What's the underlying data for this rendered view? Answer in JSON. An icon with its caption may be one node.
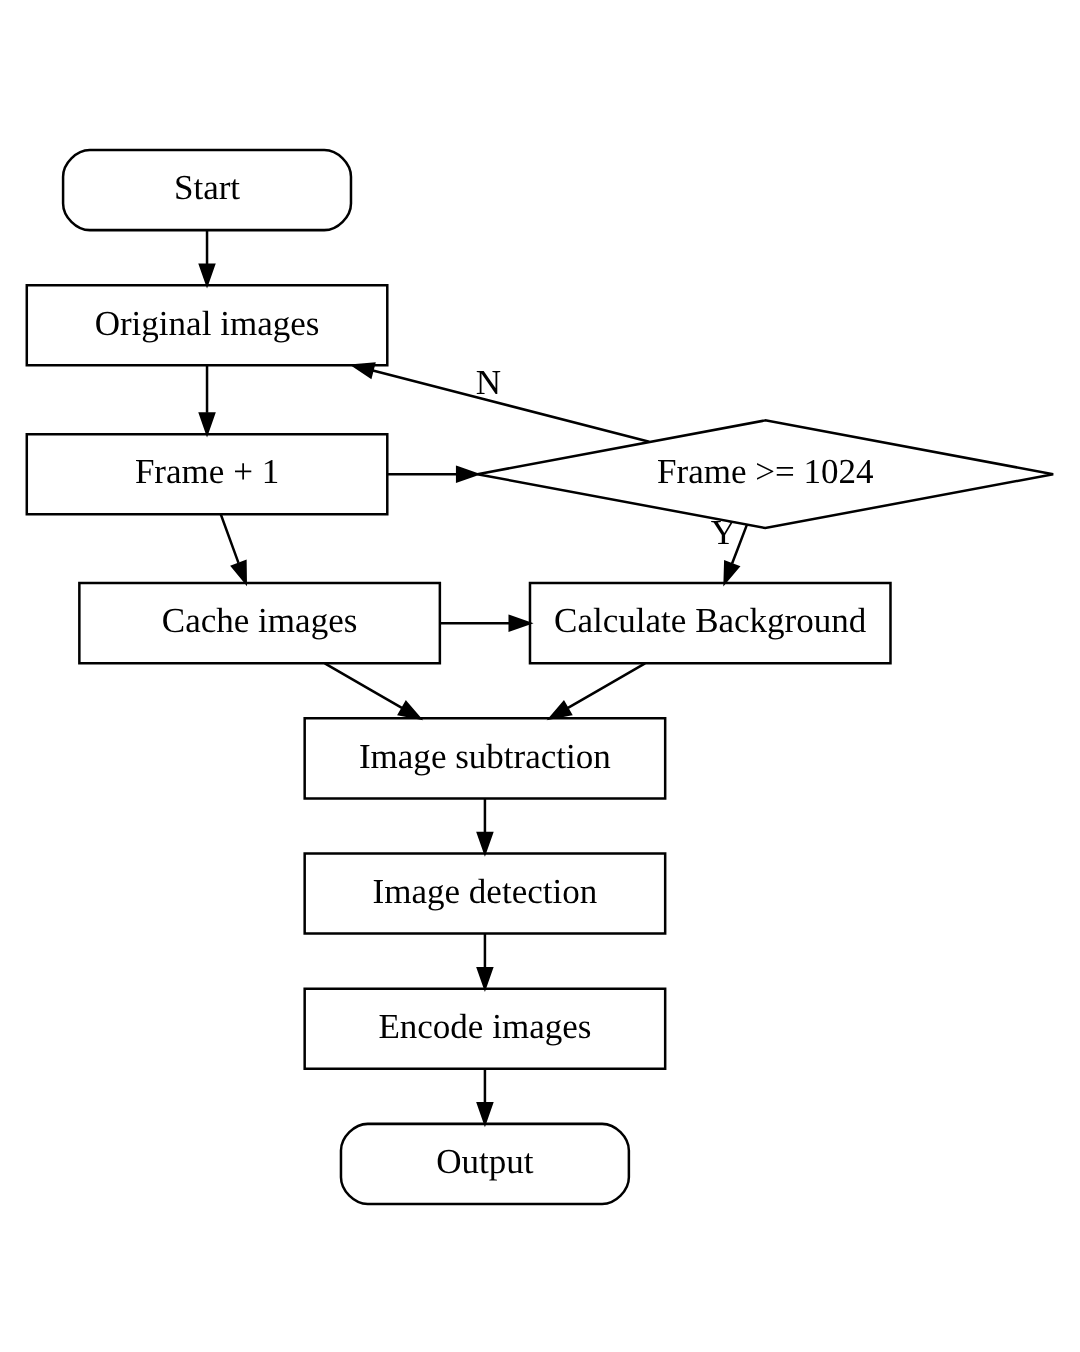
{
  "diagram": {
    "nodes": [
      {
        "text": [
          "Start"
        ]
      },
      {
        "text": [
          "Original images"
        ]
      },
      {
        "text": [
          "Frame + 1"
        ]
      },
      {
        "text": [
          "Frame >= 1024"
        ]
      },
      {
        "text": [
          "Cache images"
        ]
      },
      {
        "text": [
          "Calculate Background"
        ]
      },
      {
        "text": [
          "Image subtraction"
        ]
      },
      {
        "text": [
          "Image detection"
        ]
      },
      {
        "text": [
          "Encode images"
        ]
      },
      {
        "text": [
          "Output"
        ]
      }
    ],
    "edges": [
      {
        "from": 0,
        "to": 1,
        "arrow": "to"
      },
      {
        "from": 1,
        "to": 2,
        "arrow": "to"
      },
      {
        "from": 2,
        "to": 3,
        "arrow": "to"
      },
      {
        "from": 3,
        "to": 1,
        "arrow": "to",
        "label": "N"
      },
      {
        "from": 3,
        "to": 5,
        "arrow": "to",
        "label": "Y"
      },
      {
        "from": 2,
        "to": 4,
        "arrow": "to"
      },
      {
        "from": 4,
        "to": 5,
        "arrow": "to"
      },
      {
        "from": 5,
        "to": 6,
        "arrow": "to"
      },
      {
        "from": 4,
        "to": 6,
        "arrow": "to"
      },
      {
        "from": 6,
        "to": 7,
        "arrow": "to"
      },
      {
        "from": 7,
        "to": 8,
        "arrow": "to"
      },
      {
        "from": 8,
        "to": 9,
        "arrow": "to"
      }
    ]
  }
}
